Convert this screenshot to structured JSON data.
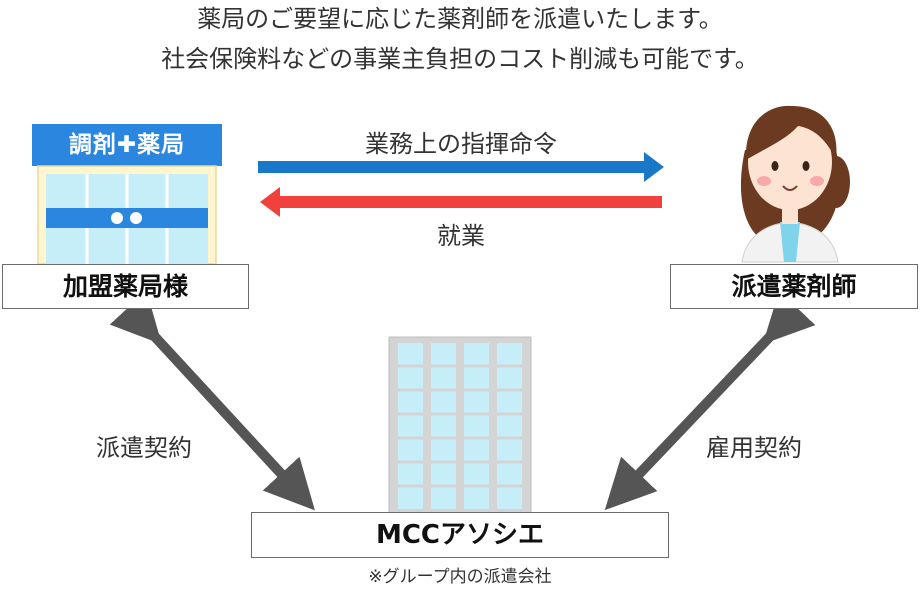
{
  "header": {
    "line1": "薬局のご要望に応じた薬剤師を派遣いたします。",
    "line2": "社会保険料などの事業主負担のコスト削減も可能です。"
  },
  "pharmacy": {
    "sign_label": "調剤✚薬局",
    "box_label": "加盟薬局様"
  },
  "pharmacist": {
    "box_label": "派遣薬剤師"
  },
  "company": {
    "box_label": "MCCアソシエ",
    "note": "※グループ内の派遣会社"
  },
  "arrows": {
    "command_label": "業務上の指揮命令",
    "work_label": "就業",
    "dispatch_contract_label": "派遣契約",
    "employment_contract_label": "雇用契約"
  },
  "colors": {
    "blue_arrow": "#1a78c8",
    "red_arrow": "#f0413c",
    "gray_arrow": "#555555",
    "sign_blue": "#2a86de",
    "window_cyan": "#c6eef8",
    "building_gray": "#d4d4d4",
    "skin": "#fde3d1",
    "hair": "#6b3a20"
  }
}
